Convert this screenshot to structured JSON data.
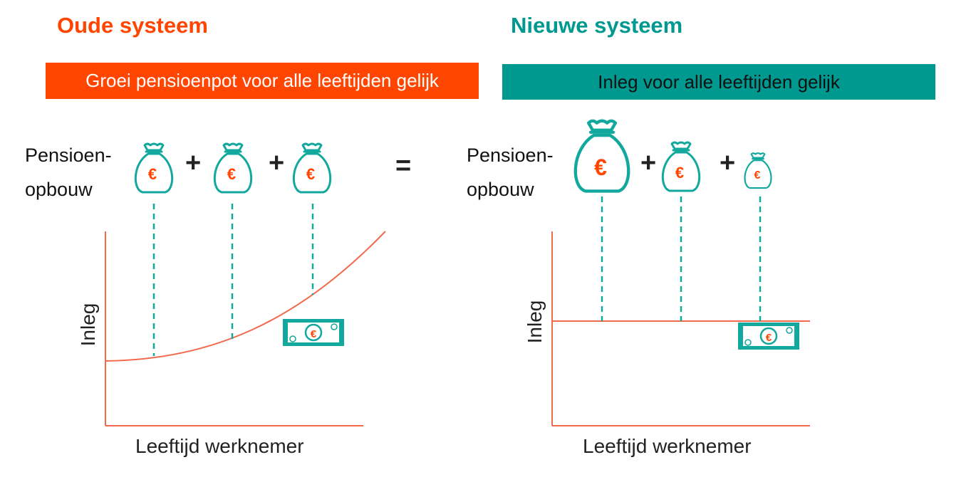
{
  "colors": {
    "orange": "#FF4500",
    "teal": "#009990",
    "axis": "#F26A4B",
    "dash": "#12A89D"
  },
  "left": {
    "title": "Oude systeem",
    "banner": "Groei pensioenpot voor alle leeftijden gelijk",
    "side_label_1": "Pensioen-",
    "side_label_2": "opbouw",
    "plus": "+",
    "equals": "=",
    "xlabel": "Leeftijd werknemer",
    "ylabel": "Inleg",
    "curve": "exponential",
    "bag_icon": "money-bag-icon",
    "banknote_icon": "banknote-icon"
  },
  "right": {
    "title": "Nieuwe systeem",
    "banner": "Inleg voor alle leeftijden gelijk",
    "side_label_1": "Pensioen-",
    "side_label_2": "opbouw",
    "plus": "+",
    "xlabel": "Leeftijd werknemer",
    "ylabel": "Inleg",
    "curve": "flat",
    "bag_icon": "money-bag-icon",
    "banknote_icon": "banknote-icon"
  },
  "currency_symbol": "€"
}
